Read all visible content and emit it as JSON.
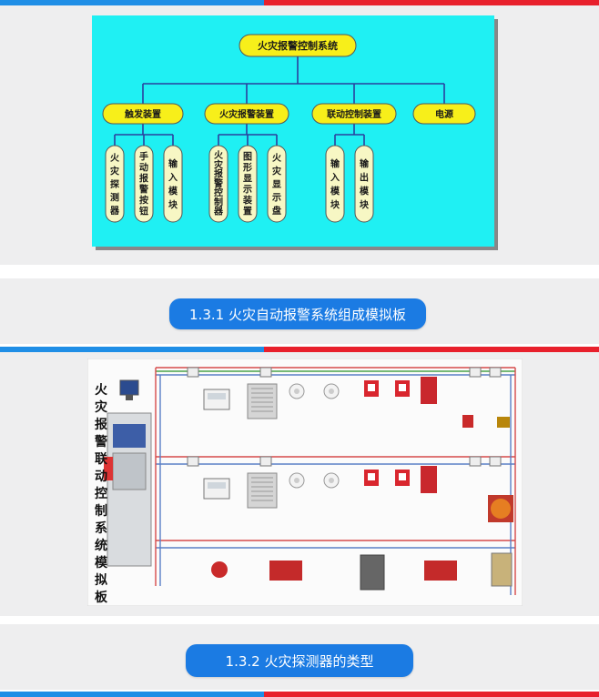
{
  "diagram1": {
    "root": "火灾报警控制系统",
    "groups": [
      {
        "label": "触发装置",
        "children": [
          "火灾探测器",
          "手动报警按钮",
          "输入模块"
        ]
      },
      {
        "label": "火灾报警装置",
        "children": [
          "火灾报警控制器",
          "图形显示装置",
          "火灾显示盘"
        ]
      },
      {
        "label": "联动控制装置",
        "children": [
          "输入模块",
          "输出模块"
        ]
      },
      {
        "label": "电源",
        "children": []
      }
    ],
    "colors": {
      "background": "#1ff0f3",
      "node": "#f7ef1a",
      "child": "#f7f7c4",
      "line": "#2a3f9e"
    }
  },
  "caption1": "1.3.1 火灾自动报警系统组成模拟板",
  "board": {
    "title": "火灾报警联动控制系统模拟板"
  },
  "caption2": "1.3.2 火灾探测器的类型",
  "colors": {
    "stripe_blue": "#1f8ee6",
    "stripe_red": "#e8202c",
    "caption": "#1b7be3"
  }
}
